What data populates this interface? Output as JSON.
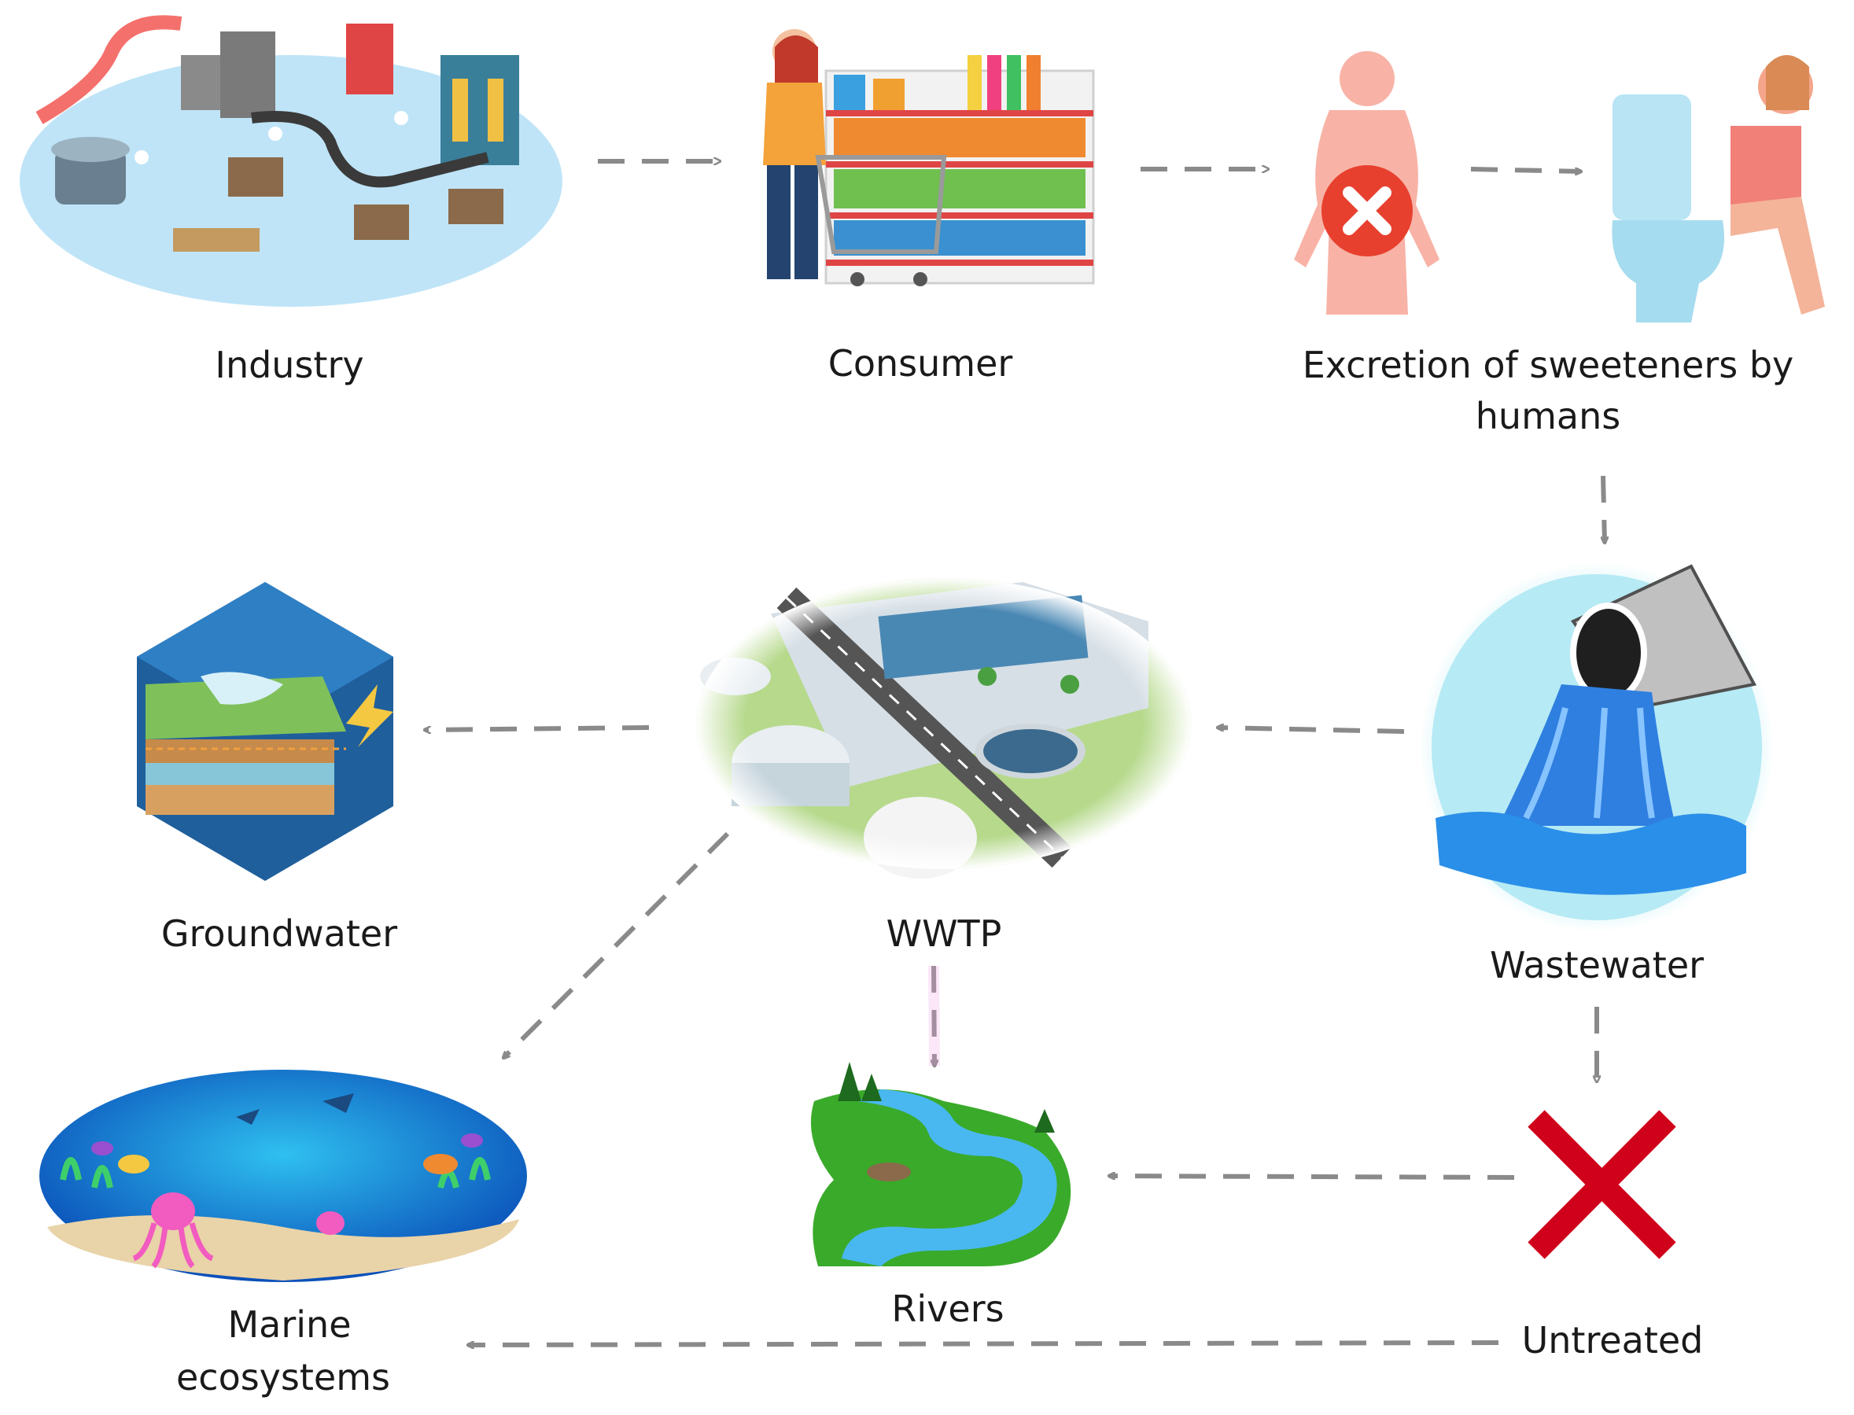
{
  "nodes": {
    "industry": {
      "label": "Industry"
    },
    "consumer": {
      "label": "Consumer"
    },
    "excretion": {
      "label_line1": "Excretion of sweeteners by",
      "label_line2": "humans"
    },
    "wastewater": {
      "label": "Wastewater"
    },
    "wwtp": {
      "label": "WWTP"
    },
    "groundwater": {
      "label": "Groundwater"
    },
    "untreated": {
      "label": "Untreated"
    },
    "rivers": {
      "label": "Rivers"
    },
    "marine": {
      "label_line1": "Marine",
      "label_line2": "ecosystems"
    }
  },
  "colors": {
    "arrow": "#8a8a8a",
    "red_cross": "#d0021b",
    "water": "#2f7fe0",
    "grass": "#3aaa2a",
    "body_pink": "#f8b3a6"
  },
  "icons": [
    "factory-icon",
    "shopping-shelf-icon",
    "human-body-icon",
    "toilet-icon",
    "pipe-outflow-icon",
    "treatment-plant-icon",
    "groundwater-cube-icon",
    "red-x-icon",
    "river-icon",
    "ocean-scene-icon"
  ]
}
